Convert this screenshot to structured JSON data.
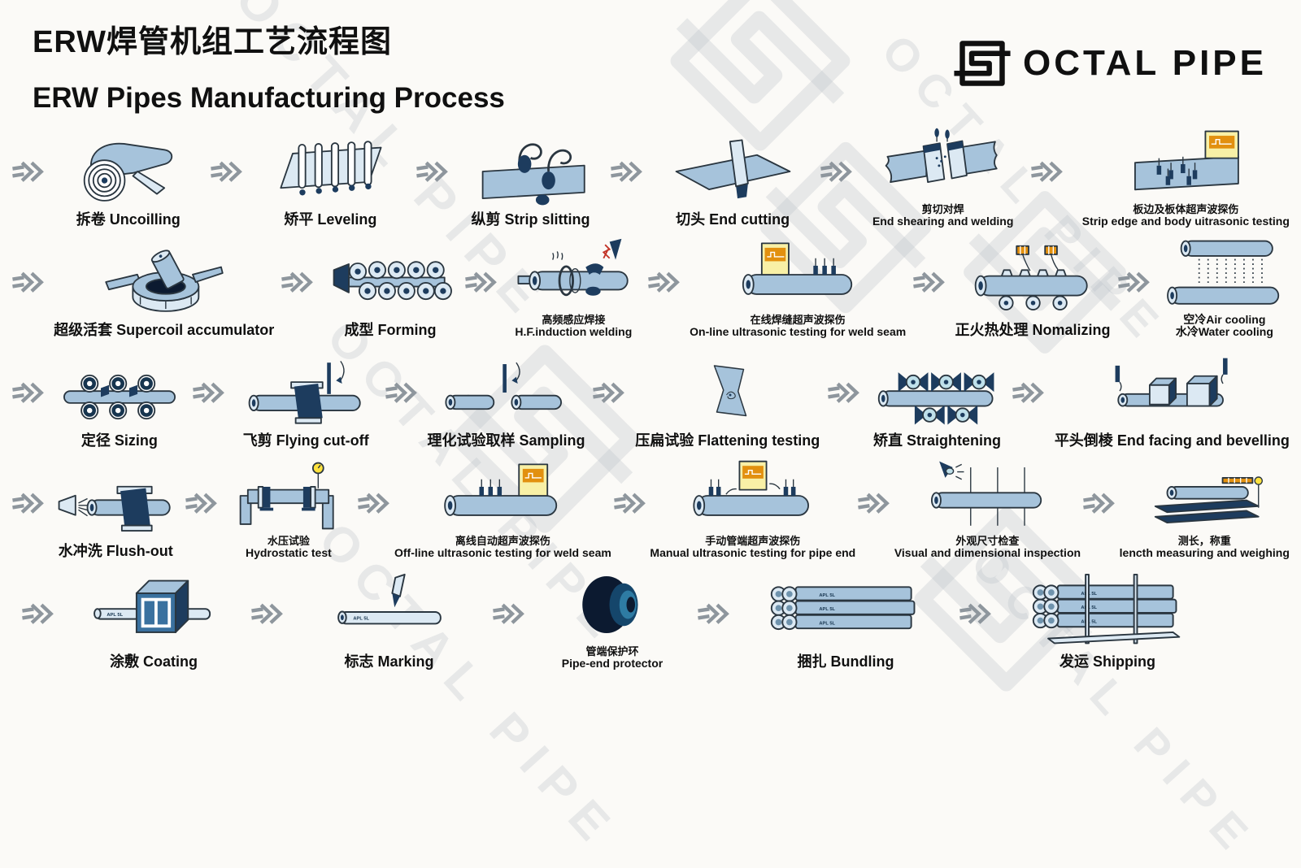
{
  "header": {
    "title_zh": "ERW焊管机组工艺流程图",
    "title_en": "ERW Pipes Manufacturing Process",
    "brand": "OCTAL PIPE"
  },
  "watermark": {
    "text": "OCTAL PIPE"
  },
  "pipe_label": "APL 5L",
  "colors": {
    "steel_blue": "#a6c3db",
    "light_blue": "#dce9f3",
    "navy": "#1d3c5e",
    "monitor_yellow": "#f8f0a6",
    "monitor_orange": "#e2900f",
    "arrow_gray": "#8e969d"
  },
  "rows": [
    {
      "steps": [
        {
          "icon": "uncoiling-icon",
          "lines": [
            "拆卷 Uncoilling"
          ]
        },
        {
          "icon": "leveling-icon",
          "lines": [
            "矫平 Leveling"
          ]
        },
        {
          "icon": "strip-slitting-icon",
          "lines": [
            "纵剪 Strip slitting"
          ]
        },
        {
          "icon": "end-cutting-icon",
          "lines": [
            "切头 End cutting"
          ]
        },
        {
          "icon": "end-shearing-welding-icon",
          "lines": [
            "剪切对焊",
            "End shearing and welding"
          ]
        },
        {
          "icon": "strip-ultrasonic-testing-icon",
          "lines": [
            "板边及板体超声波探伤",
            "Strip edge and body uitrasonic testing"
          ]
        }
      ]
    },
    {
      "steps": [
        {
          "icon": "supercoil-accumulator-icon",
          "lines": [
            "超级活套 Supercoil accumulator"
          ]
        },
        {
          "icon": "forming-icon",
          "lines": [
            "成型 Forming"
          ]
        },
        {
          "icon": "hf-induction-welding-icon",
          "lines": [
            "高频感应焊接",
            "H.F.induction welding"
          ]
        },
        {
          "icon": "online-ultrasonic-testing-icon",
          "lines": [
            "在线焊缝超声波探伤",
            "On-line ultrasonic testing for weld seam"
          ]
        },
        {
          "icon": "normalizing-icon",
          "lines": [
            "正火热处理 Nomalizing"
          ]
        },
        {
          "icon": "cooling-icon",
          "lines": [
            "空冷Air cooling",
            "水冷Water cooling"
          ]
        }
      ]
    },
    {
      "steps": [
        {
          "icon": "sizing-icon",
          "lines": [
            "定径 Sizing"
          ]
        },
        {
          "icon": "flying-cutoff-icon",
          "lines": [
            "飞剪 Flying cut-off"
          ]
        },
        {
          "icon": "sampling-icon",
          "lines": [
            "理化试验取样 Sampling"
          ]
        },
        {
          "icon": "flattening-testing-icon",
          "lines": [
            "压扁试验 Flattening testing"
          ]
        },
        {
          "icon": "straightening-icon",
          "lines": [
            "矫直 Straightening"
          ]
        },
        {
          "icon": "end-facing-bevelling-icon",
          "lines": [
            "平头倒棱 End facing and bevelling"
          ]
        }
      ]
    },
    {
      "steps": [
        {
          "icon": "flush-out-icon",
          "lines": [
            "水冲洗 Flush-out"
          ]
        },
        {
          "icon": "hydrostatic-test-icon",
          "lines": [
            "水压试验",
            "Hydrostatic test"
          ]
        },
        {
          "icon": "offline-ultrasonic-testing-icon",
          "lines": [
            "离线自动超声波探伤",
            "Off-line ultrasonic testing for weld seam"
          ]
        },
        {
          "icon": "manual-ultrasonic-testing-icon",
          "lines": [
            "手动管端超声波探伤",
            "Manual ultrasonic testing for pipe end"
          ]
        },
        {
          "icon": "visual-inspection-icon",
          "lines": [
            "外观尺寸检查",
            "Visual and dimensional inspection"
          ]
        },
        {
          "icon": "length-weighing-icon",
          "lines": [
            "测长，称重",
            "lencth measuring and weighing"
          ]
        }
      ]
    },
    {
      "steps": [
        {
          "icon": "coating-icon",
          "lines": [
            "涂敷 Coating"
          ]
        },
        {
          "icon": "marking-icon",
          "lines": [
            "标志 Marking"
          ]
        },
        {
          "icon": "pipe-end-protector-icon",
          "lines": [
            "管端保护环",
            "Pipe-end protector"
          ]
        },
        {
          "icon": "bundling-icon",
          "lines": [
            "捆扎 Bundling"
          ]
        },
        {
          "icon": "shipping-icon",
          "lines": [
            "发运 Shipping"
          ]
        }
      ]
    }
  ]
}
